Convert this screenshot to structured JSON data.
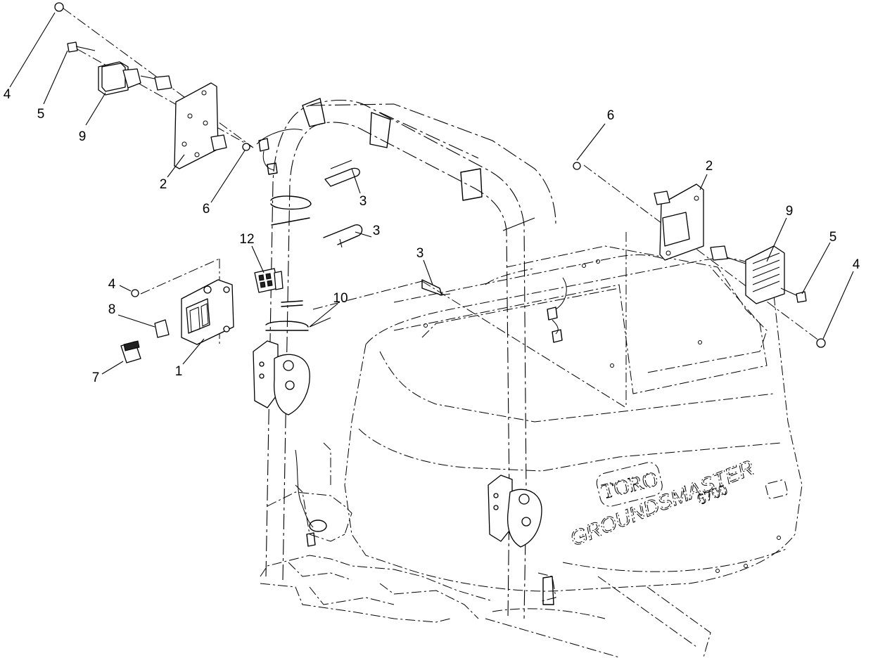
{
  "callouts": {
    "c1": "1",
    "c2a": "2",
    "c2b": "2",
    "c3a": "3",
    "c3b": "3",
    "c3c": "3",
    "c4a": "4",
    "c4b": "4",
    "c4c": "4",
    "c5a": "5",
    "c5b": "5",
    "c6a": "6",
    "c6b": "6",
    "c7": "7",
    "c8": "8",
    "c9a": "9",
    "c9b": "9",
    "c10": "10",
    "c12": "12"
  },
  "logo": {
    "brand": "TORO",
    "model": "GROUNDSMASTER",
    "number": "6700"
  }
}
